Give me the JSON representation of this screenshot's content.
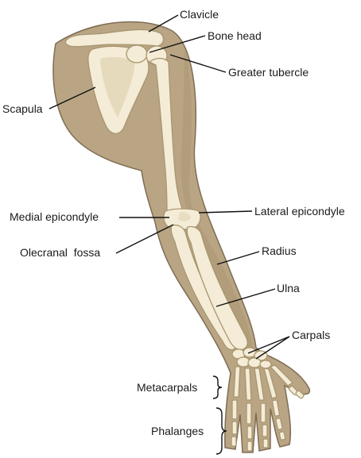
{
  "labels": {
    "clavicle": "Clavicle",
    "bone_head": "Bone head",
    "greater_tubercle": "Greater tubercle",
    "scapula": "Scapula",
    "medial_epicondyle": "Medial epicondyle",
    "lateral_epicondyle": "Lateral epicondyle",
    "olecranal_fossa": "Olecranal  fossa",
    "radius": "Radius",
    "ulna": "Ulna",
    "carpals": "Carpals",
    "metacarpals": "Metacarpals",
    "phalanges": "Phalanges"
  },
  "colors": {
    "skin": "#b9a584",
    "bone": "#f4ecd6",
    "text": "#1a1a1a"
  }
}
